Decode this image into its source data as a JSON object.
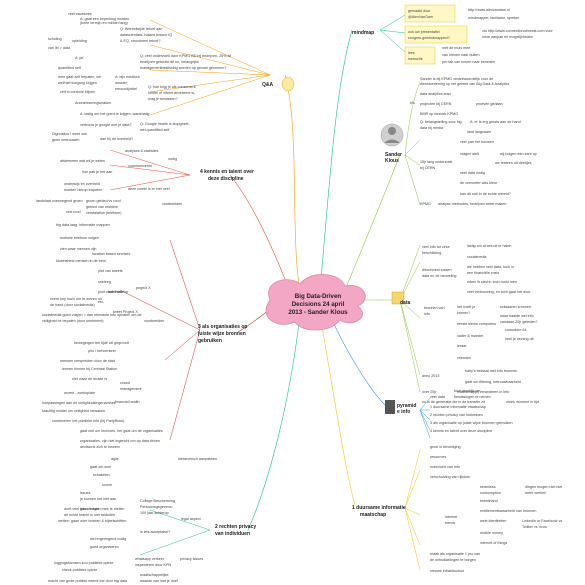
{
  "central": {
    "lines": [
      "Big Data-Driven",
      "Decisions 24 april",
      "2013 - Sander Klous"
    ]
  },
  "colors": {
    "central": "#f4a7c4",
    "green": "#8cc63f",
    "purple": "#9b59b6",
    "teal": "#1abc9c",
    "blue": "#3498db",
    "gold": "#f1c40f",
    "orange": "#f39c12",
    "red": "#e74c3c",
    "darkred": "#c0392b",
    "box": "#fff8c4"
  },
  "branches": [
    {
      "key": "qa",
      "label": [
        "Q&A"
      ]
    },
    {
      "key": "kennis",
      "label": [
        "4 kennis en talent over",
        "deze discipline"
      ]
    },
    {
      "key": "orgs",
      "label": [
        "3 als organisaties op",
        "juiste wijze bronnen",
        "gebruiken"
      ]
    },
    {
      "key": "rechten",
      "label": [
        "2 rechten privacy",
        "van individuen"
      ]
    },
    {
      "key": "mindmap",
      "label": [
        "mindmap"
      ]
    },
    {
      "key": "sander",
      "label": [
        "Sander",
        "Klous"
      ]
    },
    {
      "key": "data",
      "label": [
        "data"
      ]
    },
    {
      "key": "pyramide",
      "label": [
        "pyramid",
        "e info"
      ]
    },
    {
      "key": "dynamic",
      "label": [
        "1 duursame informatie",
        "maatschap"
      ]
    }
  ],
  "mindmap": {
    "items": [
      {
        "box": [
          "gemaakt door",
          "@AlexVanDam"
        ],
        "texts": [
          "http://www.alexvandam.nl",
          "mindmapper, facilitator, spreker"
        ]
      },
      {
        "box": [
          "ook uw presentatie/",
          "congres gemindmapped?"
        ],
        "texts": [
          "via http://www.connectionofminds.com voor",
          "onze aanpak en mogelijkheden"
        ]
      },
      {
        "box": [
          "lees",
          "instructie"
        ],
        "texts": [
          "met de muis mee",
          "van binnen naar buiten",
          "per tak van boven naar beneden"
        ]
      }
    ]
  },
  "sander": [
    "Sander is bij KPMG verantwoordelijk voor de",
    "dienstverlening op het gebied van Big Data & Analytics",
    "bio",
    "data analytics lead",
    "projecten bij CERN",
    "proeven gedaan",
    "BMR op bezoek KPMG",
    "Q: belangstelling voor big",
    "data bij media",
    "A: er is erg groots aan de hand",
    "land langzaam",
    "15jr lang onderzoek",
    "bij CERN",
    "veel pan het bouwen",
    "vragen stelt",
    "wij buigen één kant op",
    "we testeen uit deeltjes",
    "veel data nodig",
    "de vernoefer was kleur",
    "kan dit ook in de echte wereld?",
    "KPMG",
    "analyse methodes, bedrijven beter maken"
  ],
  "data_items": [
    "veel info tot cirse",
    "beschikking",
    "lastig om al iets uit te halen",
    "socialmedia",
    "disconnect tussen",
    "data en de bedoeling",
    "we hebben veel data, toch in",
    "een financiële crisis",
    "roken is slecht, toch rookt men",
    "veel verbouwing, en toch gaat het door",
    "bronnen van",
    "info",
    "het hoeft je",
    "kronen?",
    "sciwaaren kroonen",
    "waar haalde wel info",
    "vandaan 20jr geleden?",
    "eerste kleine computers",
    "comodore 64",
    "vader & moeder",
    "heel je woning uit",
    "leraar",
    "vrienden",
    "anno 2013",
    "baby's bestaat met info bronnen",
    "gaat om filtering, betrouwbaarheid",
    "over 20jr",
    "maatschappij veranderen in info",
    "nu is de generatie die in de transitie zit",
    "uniek moment in tijd"
  ],
  "pyramide": [
    "veel data",
    "toch moeilijk om",
    "beslissingen te nemen",
    "1 duursame informatie maatschap",
    "2 rechten privacy van individuen",
    "3 als organisatie op juiste wijze bronnen gebruiken",
    "4 kennis en talent over deze discipline"
  ],
  "dynamic": [
    "groei in beveiliging",
    "resources",
    "overvloed van info",
    "verschuiving van rijkdom",
    "seamless",
    "consumption",
    "dingen mogen niet niet",
    "meer werken",
    "internet",
    "trends",
    "breedband",
    "entitlementswaarheid van bronnen",
    "wele identiteiten",
    "LinkedIn or Facebook vs",
    "Twitter vs Vcus",
    "mobile money",
    "internet of things",
    "maak als organisatie 1 pro van",
    "de ontwikkelingen te borgen",
    "nieuwe infrastructuur"
  ],
  "qa": [
    "veel vacatures",
    "A: gaat een beperking worden",
    "(korte termijn en middel lang)",
    "scholing",
    "opleiding",
    "van lbl > data",
    "Q: Wereldwijde tekort aan",
    "datascientists, balans tussen IQ",
    "& EQ, structureel tekort?",
    "Q: veel onderzoek door KPMG BD bij bedrijven, 25% zit",
    "bedrijven gebruikt dit nu, belangrijke",
    "managementbeslissing worden op gevoel genomen?",
    "A: ja!",
    "quantified self",
    "men gaat zelf bepalen, we",
    "wel/niet toegang krijgen",
    "zelf in controle blijven",
    "A: bijv medisch",
    "dossier;",
    "emocodjobtel",
    "Q: hoe krijg je als consument",
    "heldei of inform anonieme is,",
    "mag je beslissen?",
    "Anonimiseringsmaken",
    "A: lastig om het goed te krijgen, wantmatig",
    "Q: Google health is stopgezet,",
    "wel quantified self",
    "vertrouw je google met je data?",
    "Dignosticu? weet ook",
    "geen vertrouwen",
    "dan bij de overheid?"
  ],
  "kennis": [
    "analyses & statistiek",
    "nodig",
    "afstemmen wat wil je weten",
    "communiceren",
    "hoe pak je het aan",
    "onderwijs en overheid",
    "moeten hierop inspelen",
    "deze combi is er niet veel",
    "landelaat overwegend groen",
    "groen gebied vs rood",
    "gebied van mobiele",
    "verstalation (telefone)",
    "rest rood",
    "voorbeelden"
  ],
  "orgs": [
    "big data laag, informatie mappen",
    "mobiele telefoon volgen",
    "zien waar mensen zijn",
    "location based services",
    "klozetsheid mensen in de trein",
    "plot van tweets",
    "sneleeg",
    "twitterton op",
    "punt naar Tweel",
    "etc.",
    "project X",
    "event kop rusin om te wezen uit",
    "de hand (door socialmedia)",
    "tweet Project X",
    "socialmedia goed volgen = dan relevante info ophalen om de",
    "veiligheid te bepalen (door sentiment)",
    "voorbeelden",
    "bewegingen ten tijde wil gegrondt",
    "pho / behoerkeer",
    "mensen verspreiden door de stad",
    "lennen binnen bij Centraal Station",
    "niet waar de drukte is",
    "crowd",
    "management",
    "wored - zoekoplate",
    "hoepassingen aan de veiligheidsingenamhes",
    "krachtig middel om veiligheid bewaken",
    "financial health",
    "combineren het publieke info (bij PartyRock)",
    "gaat niet om techniek, het gaat om de organisaties",
    "organisaties, zijn niet ingericht om op data driven",
    "decisions zich te bewerv",
    "agile",
    "gaat om snel",
    "schakelen",
    "scrum",
    "hierarchisch aanpakken",
    "issues",
    "durft veel info uit data",
    "de echte kracht is niet beduiten",
    "en schakelen zou data"
  ],
  "rechten": [
    "College Bescherming",
    "Persoonsgegevens:",
    "100 jaar achterop",
    "legal aspect",
    "je kunnen het niet aan",
    "gaan vragen mee te stellen",
    "wetten: gaan over boeken & bijbelschiften",
    "is iets acceptabel?",
    "wel ergeringend nodig",
    "goed organiseren",
    "loggingsfocusen zou publieke opinie",
    "whatsapp verkeer",
    "check publieke opinie",
    "inspecteren door KPN",
    "privacy issues",
    "maatschappelijke",
    "waarde van wat je doet",
    "macht van grote publiek neemt toe door big data"
  ]
}
